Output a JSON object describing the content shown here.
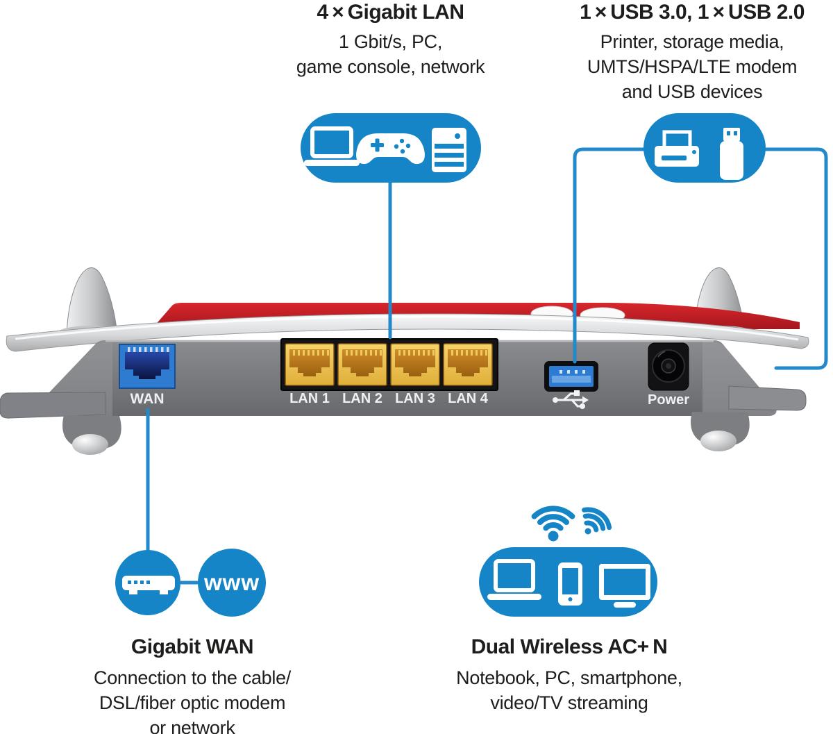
{
  "colors": {
    "accent_blue": "#1585c8",
    "line_blue": "#2389cb",
    "router_red": "#c8222a",
    "lan_port_gold": "#f0cd63",
    "wan_port_blue": "#2e7bd0",
    "text_dark": "#1d1d1b"
  },
  "callouts": {
    "lan": {
      "title": "4 × Gigabit LAN",
      "body": [
        "1 Gbit/s, PC,",
        "game console, network"
      ],
      "icons": [
        "laptop-icon",
        "gamepad-icon",
        "pc-tower-icon"
      ]
    },
    "usb": {
      "title": "1 × USB 3.0, 1 × USB 2.0",
      "body": [
        "Printer, storage media,",
        "UMTS/HSPA/LTE modem",
        "and USB devices"
      ],
      "icons": [
        "printer-icon",
        "usb-stick-icon"
      ]
    },
    "wan": {
      "title": "Gigabit WAN",
      "body": [
        "Connection to the cable/",
        "DSL/fiber optic modem",
        "or network"
      ],
      "www": "www",
      "icons": [
        "modem-icon",
        "www-badge"
      ]
    },
    "wireless": {
      "title": "Dual Wireless AC+ N",
      "body": [
        "Notebook, PC, smartphone,",
        "video/TV streaming"
      ],
      "icons": [
        "wifi-icon",
        "laptop-icon",
        "smartphone-icon",
        "tv-icon"
      ]
    }
  },
  "router": {
    "labels": {
      "wan": "WAN",
      "lan1": "LAN 1",
      "lan2": "LAN 2",
      "lan3": "LAN 3",
      "lan4": "LAN 4",
      "power": "Power"
    },
    "usb_port_symbol": "usb-trident-icon"
  }
}
